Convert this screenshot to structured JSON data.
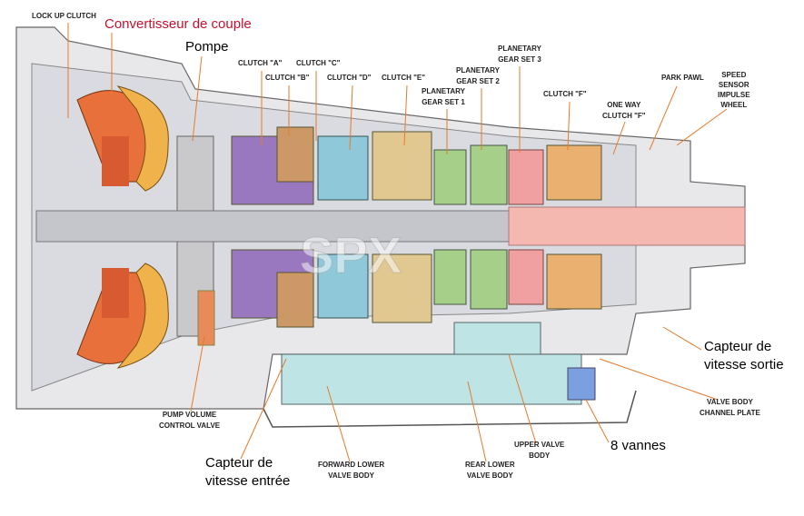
{
  "labels": {
    "lock_up_clutch": "LOCK UP CLUTCH",
    "torque_converter": "Convertisseur de couple",
    "pump": "Pompe",
    "clutch_a": "CLUTCH \"A\"",
    "clutch_b": "CLUTCH \"B\"",
    "clutch_c": "CLUTCH \"C\"",
    "clutch_d": "CLUTCH \"D\"",
    "clutch_e": "CLUTCH \"E\"",
    "planetary_1": [
      "PLANETARY",
      "GEAR SET 1"
    ],
    "planetary_2": [
      "PLANETARY",
      "GEAR SET 2"
    ],
    "planetary_3": [
      "PLANETARY",
      "GEAR SET 3"
    ],
    "clutch_f": "CLUTCH \"F\"",
    "one_way_clutch_f": [
      "ONE WAY",
      "CLUTCH \"F\""
    ],
    "park_pawl": "PARK PAWL",
    "speed_sensor_wheel": [
      "SPEED",
      "SENSOR",
      "IMPULSE",
      "WHEEL"
    ],
    "output_speed_sensor": [
      "Capteur de",
      "vitesse sortie"
    ],
    "channel_plate": [
      "VALVE BODY",
      "CHANNEL PLATE"
    ],
    "eight_valves": "8 vannes",
    "upper_valve_body": [
      "UPPER VALVE",
      "BODY"
    ],
    "rear_lower_valve_body": [
      "REAR LOWER",
      "VALVE BODY"
    ],
    "forward_lower_valve_body": [
      "FORWARD LOWER",
      "VALVE BODY"
    ],
    "input_speed_sensor": [
      "Capteur de",
      "vitesse entrée"
    ],
    "pump_volume_valve": [
      "PUMP VOLUME",
      "CONTROL VALVE"
    ]
  },
  "watermark": "SPX",
  "colors": {
    "leader": "#e87a2a",
    "converter": "#e8703a",
    "accent_red": "#c8102e"
  }
}
